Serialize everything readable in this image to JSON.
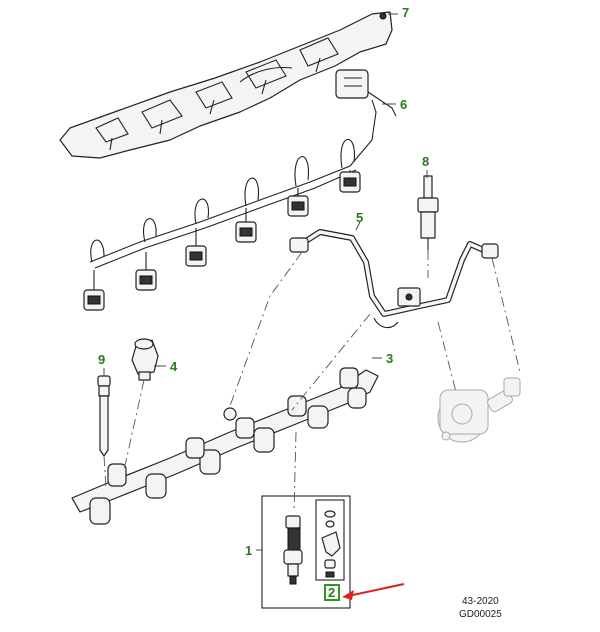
{
  "diagram": {
    "callouts": [
      {
        "id": "callout-1",
        "label": "1"
      },
      {
        "id": "callout-2",
        "label": "2"
      },
      {
        "id": "callout-3",
        "label": "3"
      },
      {
        "id": "callout-4",
        "label": "4"
      },
      {
        "id": "callout-5",
        "label": "5"
      },
      {
        "id": "callout-6",
        "label": "6"
      },
      {
        "id": "callout-7",
        "label": "7"
      },
      {
        "id": "callout-8",
        "label": "8"
      },
      {
        "id": "callout-9",
        "label": "9"
      }
    ],
    "reference": {
      "date_code": "43-2020",
      "figure_code": "GD00025"
    },
    "highlight": {
      "callout": "2",
      "box_color": "#2a9a1f",
      "arrow_color": "#e02020"
    },
    "colors": {
      "callout_text": "#2a7a1f",
      "line": "#222222"
    }
  }
}
